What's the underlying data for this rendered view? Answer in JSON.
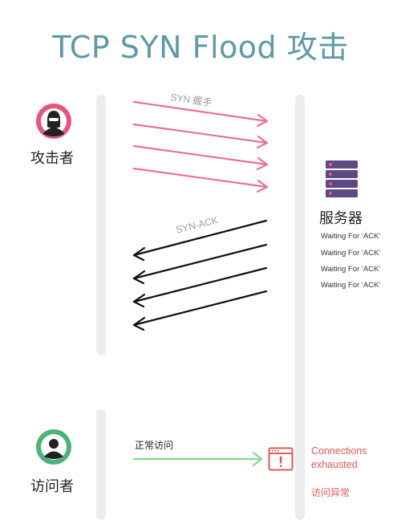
{
  "title": "TCP SYN Flood 攻击",
  "attacker": {
    "label": "攻击者",
    "icon": "hacker-icon"
  },
  "server": {
    "label": "服务器",
    "icon": "server-icon",
    "status_lines": [
      "Waiting For ‘ACK’",
      "Waiting For ‘ACK’",
      "Waiting For ‘ACK’",
      "Waiting For ‘ACK’"
    ]
  },
  "visitor": {
    "label": "访问者",
    "icon": "user-icon"
  },
  "syn_label": "SYN 握手",
  "synack_label": "SYN-ACK",
  "normal_access_label": "正常访问",
  "error": {
    "icon": "browser-error-icon",
    "line1": "Connections",
    "line2": "exhausted",
    "result": "访问异常"
  },
  "colors": {
    "title": "#5d9aa8",
    "syn_arrow": "#ec6f93",
    "synack_arrow": "#111111",
    "normal_arrow": "#7ddc8b",
    "error": "#e25a52",
    "attacker_circle": "#e8557b",
    "visitor_circle": "#49b378",
    "server": "#5b4a86"
  }
}
